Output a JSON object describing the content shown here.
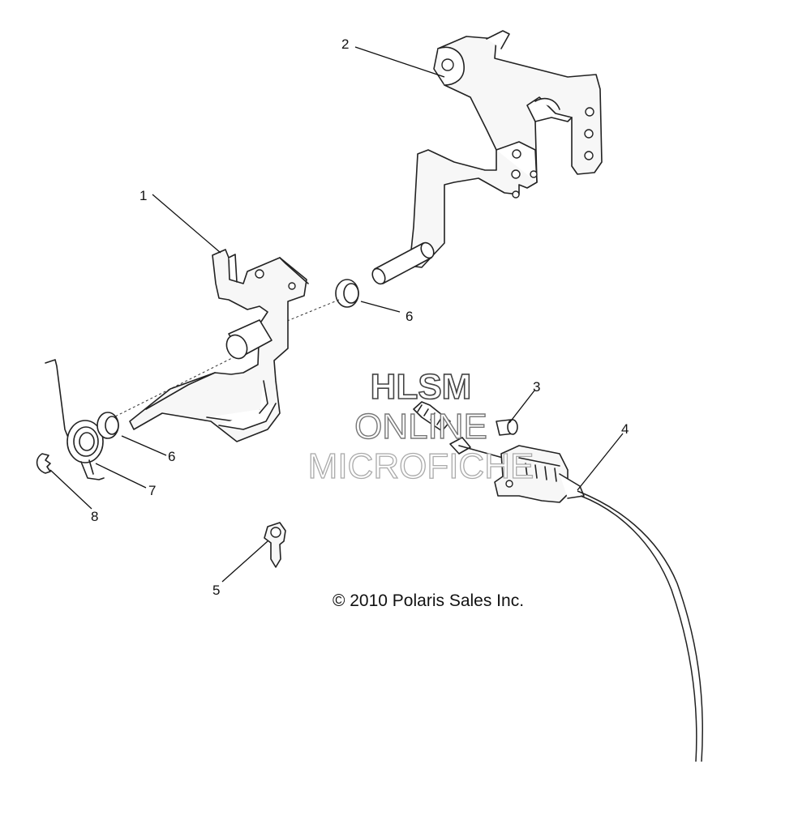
{
  "callouts": {
    "c1": "1",
    "c2": "2",
    "c3": "3",
    "c4": "4",
    "c5": "5",
    "c6a": "6",
    "c6b": "6",
    "c7": "7",
    "c8": "8"
  },
  "copyright": "© 2010 Polaris Sales Inc.",
  "watermark": {
    "line1": "HLSM",
    "line2": "ONLINE",
    "line3": "MICROFICHE"
  }
}
